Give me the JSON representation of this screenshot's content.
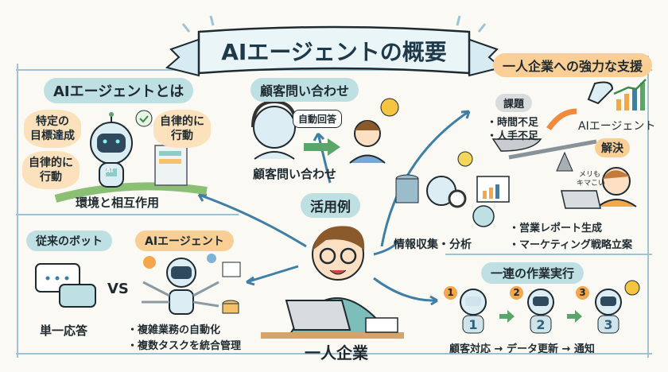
{
  "title": "AIエージェントの概要",
  "center_label": "一人企業",
  "what_is": {
    "heading": "AIエージェントとは",
    "bubbles": [
      "特定の\n目標達成",
      "自律的に\n行動",
      "自律的に\n行動"
    ],
    "caption": "環境と相互作用",
    "robot_badge": "AI"
  },
  "inquiry": {
    "heading": "顧客問い合わせ",
    "bubble": "自動回答",
    "caption": "顧客問い合わせ"
  },
  "use_cases_label": "活用例",
  "support": {
    "heading": "一人企業への強力な支援",
    "problem_label": "課題",
    "problems": [
      "・時間不足",
      "・人手不足"
    ],
    "agent_label": "AIエージェント",
    "solution_label": "解決",
    "handwritten": [
      "メリも",
      "キマこい"
    ]
  },
  "analysis": {
    "caption": "情報収集・分析",
    "bullets": [
      "・営業レポート生成",
      "・マーケティング戦略立案"
    ]
  },
  "compare": {
    "left_heading": "従来のボット",
    "right_heading": "AIエージェント",
    "vs": "VS",
    "left_caption": "単一応答",
    "right_bullets": [
      "・複雑業務の自動化",
      "・複数タスクを統合管理"
    ]
  },
  "workflow": {
    "heading": "一連の作業実行",
    "steps": [
      "1",
      "2",
      "3"
    ],
    "caption": "顧客対応 → データ更新 →  通知"
  },
  "colors": {
    "teal": "#bfe0e3",
    "orange": "#f9cf95",
    "arrow": "#3f7fa6",
    "green_arrow": "#5aa56a"
  }
}
